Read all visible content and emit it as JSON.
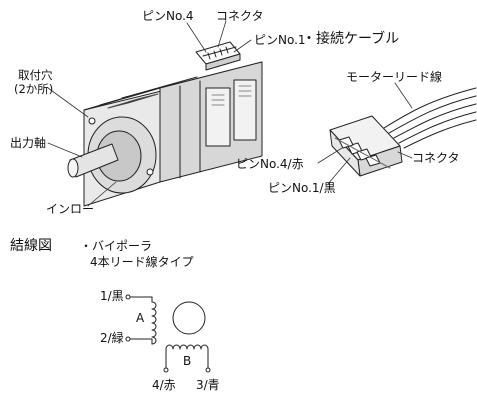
{
  "motor": {
    "pin4": "ピンNo.4",
    "connector": "コネクタ",
    "pin1": "ピンNo.1",
    "mount_hole_line1": "取付穴",
    "mount_hole_line2": "(2か所)",
    "output_shaft": "出力軸",
    "inlow": "インロー"
  },
  "cable": {
    "title": "・接続ケーブル",
    "lead_wire": "モーターリード線",
    "connector": "コネクタ",
    "pin4": "ピンNo.4/赤",
    "pin1": "ピンNo.1/黒"
  },
  "wiring": {
    "title": "結線図",
    "type_line1": "・バイポーラ",
    "type_line2": "4本リード線タイプ",
    "lead1": "1/黒",
    "lead2": "2/緑",
    "coil_a": "A",
    "coil_b": "B",
    "lead4": "4/赤",
    "lead3": "3/青"
  }
}
